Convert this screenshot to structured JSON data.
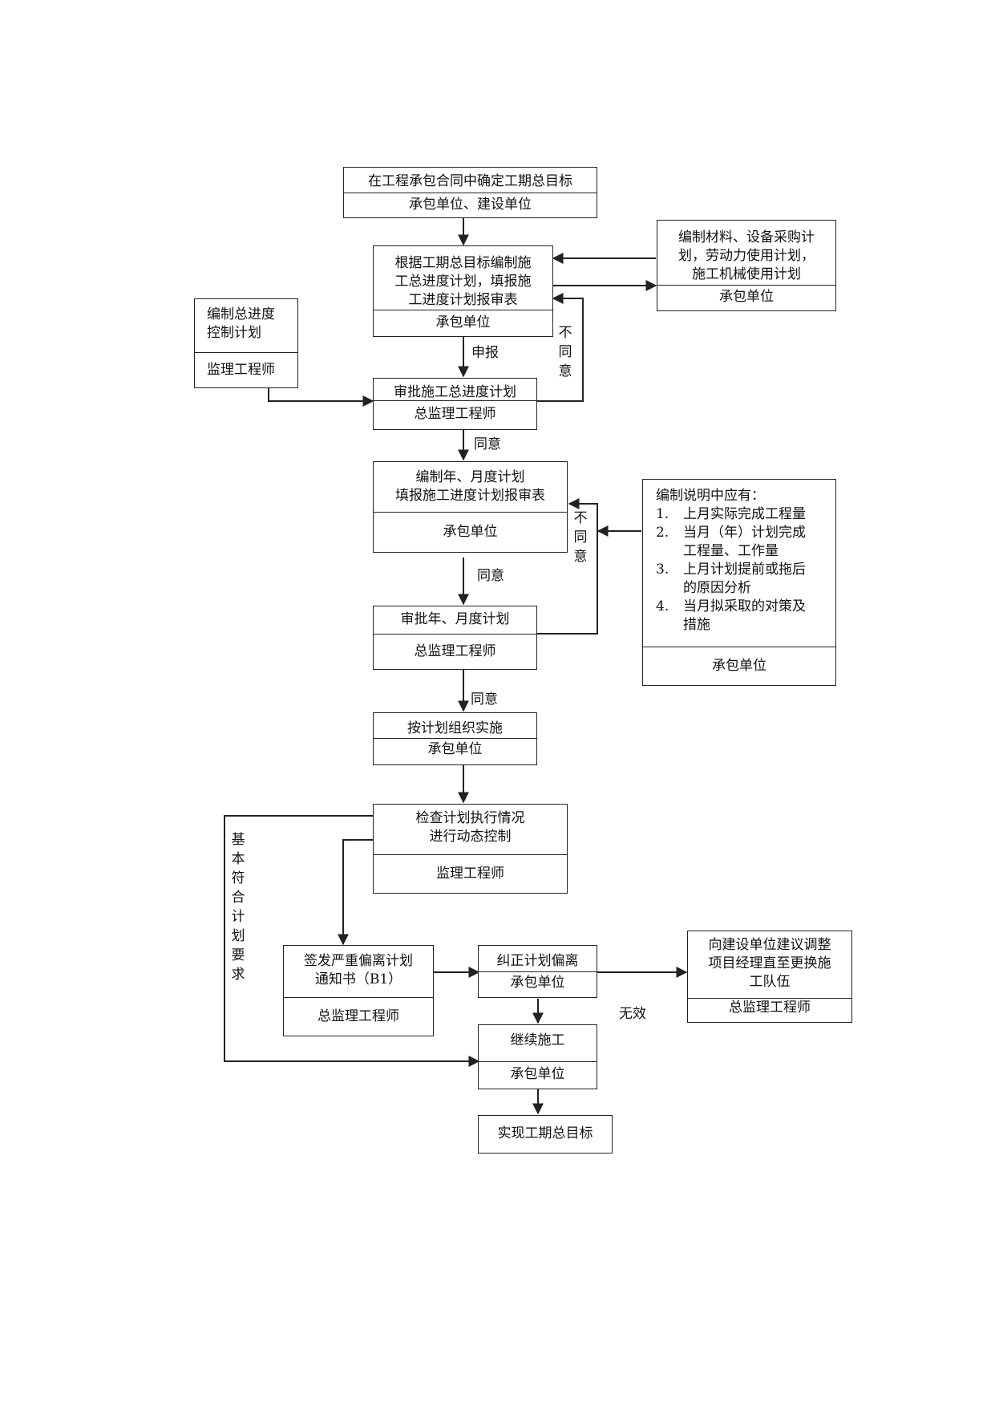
{
  "nodes": {
    "goal_define": {
      "title": "在工程承包合同中确定工期总目标",
      "role": "承包单位、建设单位"
    },
    "master_schedule": {
      "title_lines": [
        "根据工期总目标编制施",
        "工总进度计划，填报施",
        "工进度计划报审表"
      ],
      "role": "承包单位"
    },
    "procurement_plan": {
      "title_lines": [
        "编制材料、设备采购计",
        "划，劳动力使用计划，",
        "施工机械使用计划"
      ],
      "role": "承包单位"
    },
    "control_plan": {
      "title_lines": [
        "编制总进度",
        "控制计划"
      ],
      "role": "监理工程师"
    },
    "approve_master": {
      "title": "审批施工总进度计划",
      "role": "总监理工程师"
    },
    "monthly_plan": {
      "title_lines": [
        "编制年、月度计划",
        "填报施工进度计划报审表"
      ],
      "role": "承包单位"
    },
    "notes": {
      "heading": "编制说明中应有：",
      "items": [
        {
          "num": "1.",
          "lines": [
            "上月实际完成工程量"
          ]
        },
        {
          "num": "2.",
          "lines": [
            "当月（年）计划完成",
            "工程量、工作量"
          ]
        },
        {
          "num": "3.",
          "lines": [
            "上月计划提前或拖后",
            "的原因分析"
          ]
        },
        {
          "num": "4.",
          "lines": [
            "当月拟采取的对策及",
            "措施"
          ]
        }
      ],
      "role": "承包单位"
    },
    "approve_monthly": {
      "title": "审批年、月度计划",
      "role": "总监理工程师"
    },
    "implement": {
      "title": "按计划组织实施",
      "role": "承包单位"
    },
    "inspect": {
      "title_lines": [
        "检查计划执行情况",
        "进行动态控制"
      ],
      "role": "监理工程师"
    },
    "deviation_notice": {
      "title_lines": [
        "签发严重偏离计划",
        "通知书（B1）"
      ],
      "role": "总监理工程师"
    },
    "correct": {
      "title": "纠正计划偏离",
      "role": "承包单位"
    },
    "suggest_replace": {
      "title_lines": [
        "向建设单位建议调整",
        "项目经理直至更换施",
        "工队伍"
      ],
      "role": "总监理工程师"
    },
    "continue": {
      "title": "继续施工",
      "role": "承包单位"
    },
    "achieve": {
      "title": "实现工期总目标"
    }
  },
  "edge_labels": {
    "submit": "申报",
    "agree_1": "同意",
    "disagree_1": [
      "不",
      "同",
      "意"
    ],
    "agree_2": "同意",
    "disagree_2": [
      "不",
      "同",
      "意"
    ],
    "agree_3": "同意",
    "conform": [
      "基",
      "本",
      "符",
      "合",
      "计",
      "划",
      "要",
      "求"
    ],
    "invalid": "无效"
  }
}
